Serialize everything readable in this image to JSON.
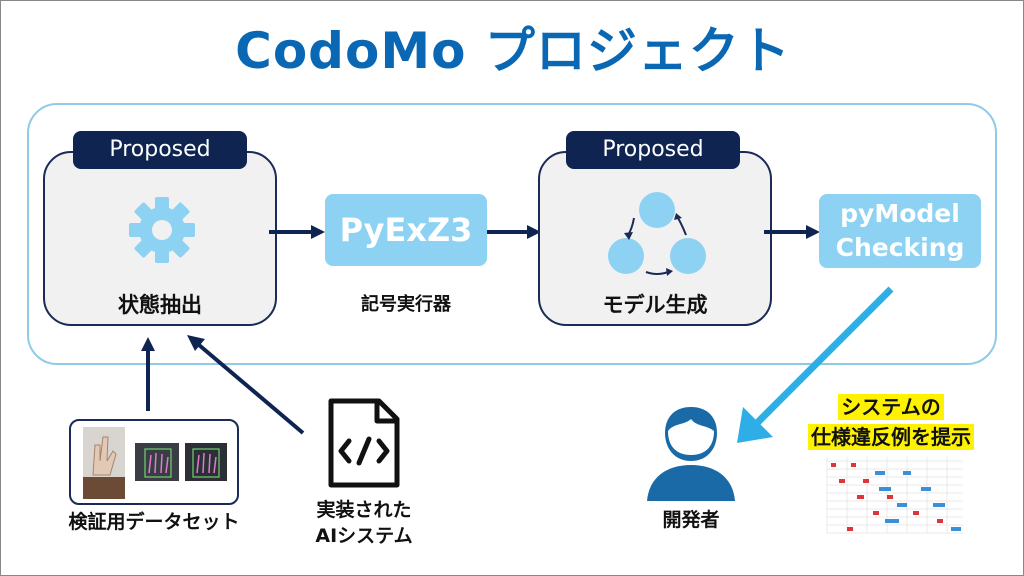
{
  "title": "CodoMo プロジェクト",
  "stages": {
    "state_extraction": {
      "badge": "Proposed",
      "label": "状態抽出",
      "icon": "gear-icon"
    },
    "model_generation": {
      "badge": "Proposed",
      "label": "モデル生成",
      "icon": "cycle-icon"
    }
  },
  "tools": {
    "pyexz3": {
      "label": "PyExZ3",
      "caption": "記号実行器"
    },
    "pymodel": {
      "line1": "pyModel",
      "line2": "Checking"
    }
  },
  "inputs": {
    "dataset_caption": "検証用データセット",
    "implemented_line1": "実装された",
    "implemented_line2": "AIシステム"
  },
  "output": {
    "line1": "システムの",
    "line2": "仕様違反例を提示"
  },
  "developer_caption": "開発者",
  "colors": {
    "title": "#0a67b3",
    "badge": "#0f2450",
    "tool": "#8dd2f3",
    "arrow": "#0f2450",
    "output_arrow": "#2eaee6",
    "highlight": "#fff200",
    "developer": "#1b6aa8"
  }
}
